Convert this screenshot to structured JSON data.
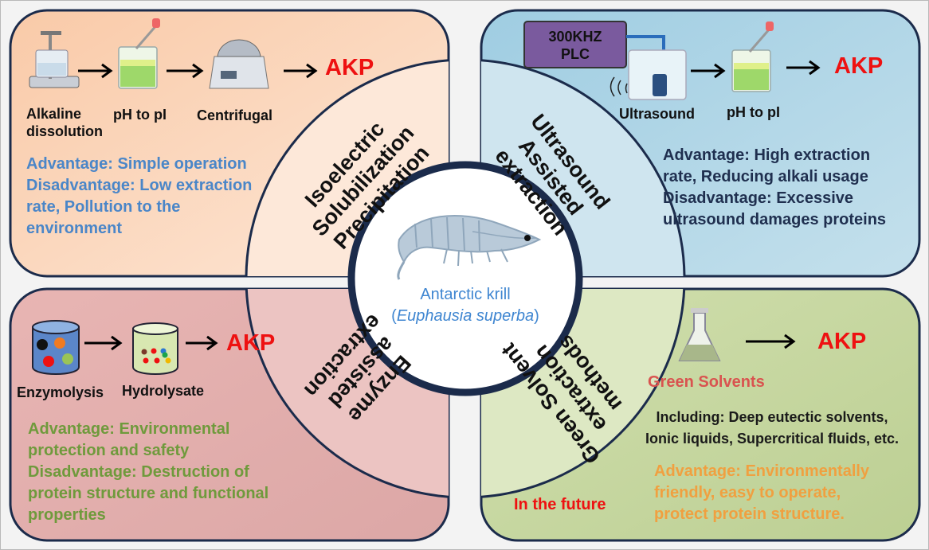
{
  "colors": {
    "q1_bg": "#fbd7bf",
    "q2_bg": "#a9d2e4",
    "q3_bg": "#e5b0b0",
    "q4_bg": "#cbd9a6",
    "border": "#1b2b4b",
    "akp": "#ee1111",
    "blue_text": "#4a86c8",
    "green_text": "#6f9a3c",
    "orange_text": "#f0a040"
  },
  "center": {
    "name": "Antarctic krill",
    "latin_open": "(",
    "latin": "Euphausia superba",
    "latin_close": ")"
  },
  "q1": {
    "title": [
      "Isoelectric",
      "Solubilization",
      "Precipitation"
    ],
    "steps": [
      "Alkaline",
      "dissolution",
      "pH to pI",
      "Centrifugal"
    ],
    "akp": "AKP",
    "text": [
      "Advantage: Simple operation",
      "Disadvantage: Low extraction",
      "rate, Pollution to the",
      "environment"
    ]
  },
  "q2": {
    "title": [
      "Ultrasound",
      "Assisted",
      "extraction"
    ],
    "device": [
      "300KHZ",
      "PLC"
    ],
    "steps": [
      "Ultrasound",
      "pH to pI"
    ],
    "akp": "AKP",
    "text": [
      "Advantage: High extraction",
      "rate, Reducing alkali usage",
      "Disadvantage: Excessive",
      "ultrasound damages proteins"
    ]
  },
  "q3": {
    "title": [
      "Enzyme",
      "assisted",
      "extraction"
    ],
    "steps": [
      "Enzymolysis",
      "Hydrolysate"
    ],
    "akp": "AKP",
    "text": [
      "Advantage: Environmental",
      "protection and safety",
      "Disadvantage: Destruction of",
      "protein structure and functional",
      "properties"
    ]
  },
  "q4": {
    "title": [
      "Green Solvent",
      "extraction",
      "methods"
    ],
    "akp": "AKP",
    "solvents": "Green Solvents",
    "including": [
      "Including: Deep eutectic solvents,",
      "Ionic liquids, Supercritical fluids, etc."
    ],
    "future": "In the future",
    "text": [
      "Advantage: Environmentally",
      "friendly, easy to operate,",
      "protect protein structure."
    ]
  }
}
